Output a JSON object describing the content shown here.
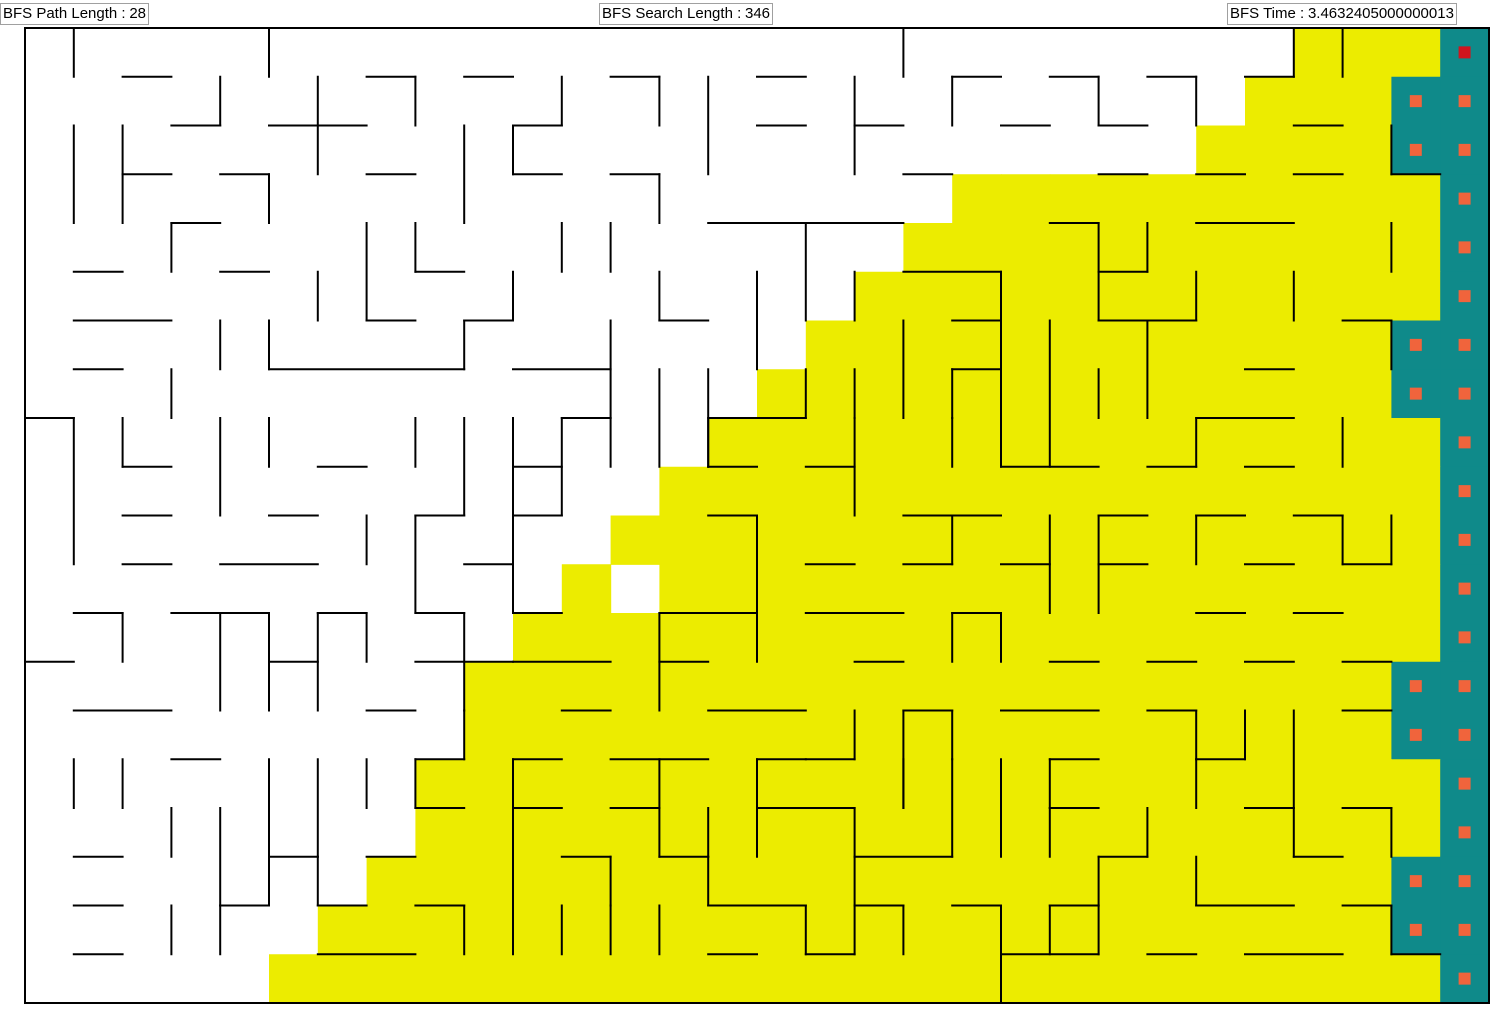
{
  "stats": {
    "path_length_label": "BFS Path Length :",
    "path_length_value": "28",
    "search_length_label": "BFS Search Length :",
    "search_length_value": "346",
    "time_label": "BFS Time :",
    "time_value": "3.4632405000000013"
  },
  "maze": {
    "cols": 30,
    "rows": 20,
    "colors": {
      "background": "#ffffff",
      "visited": "#ecec00",
      "path": "#0f8a8a",
      "path_marker": "#f0643c",
      "current_marker": "#d0141e",
      "wall": "#000000"
    },
    "visited_columns_start_per_row": [
      26,
      25,
      24,
      19,
      18,
      17,
      16,
      15,
      14,
      13,
      12,
      11,
      10,
      9,
      9,
      8,
      8,
      7,
      6,
      5
    ],
    "unvisited_exceptions": [
      [
        12,
        11
      ]
    ],
    "path_cells": [
      [
        29,
        0
      ],
      [
        28,
        1
      ],
      [
        29,
        1
      ],
      [
        28,
        2
      ],
      [
        29,
        2
      ],
      [
        29,
        3
      ],
      [
        29,
        4
      ],
      [
        29,
        5
      ],
      [
        28,
        6
      ],
      [
        29,
        6
      ],
      [
        28,
        7
      ],
      [
        29,
        7
      ],
      [
        29,
        8
      ],
      [
        29,
        9
      ],
      [
        29,
        10
      ],
      [
        29,
        11
      ],
      [
        29,
        12
      ],
      [
        28,
        13
      ],
      [
        29,
        13
      ],
      [
        28,
        14
      ],
      [
        29,
        14
      ],
      [
        29,
        15
      ],
      [
        29,
        16
      ],
      [
        28,
        17
      ],
      [
        29,
        17
      ],
      [
        28,
        18
      ],
      [
        29,
        18
      ],
      [
        29,
        19
      ]
    ],
    "current_cell": [
      29,
      0
    ]
  }
}
